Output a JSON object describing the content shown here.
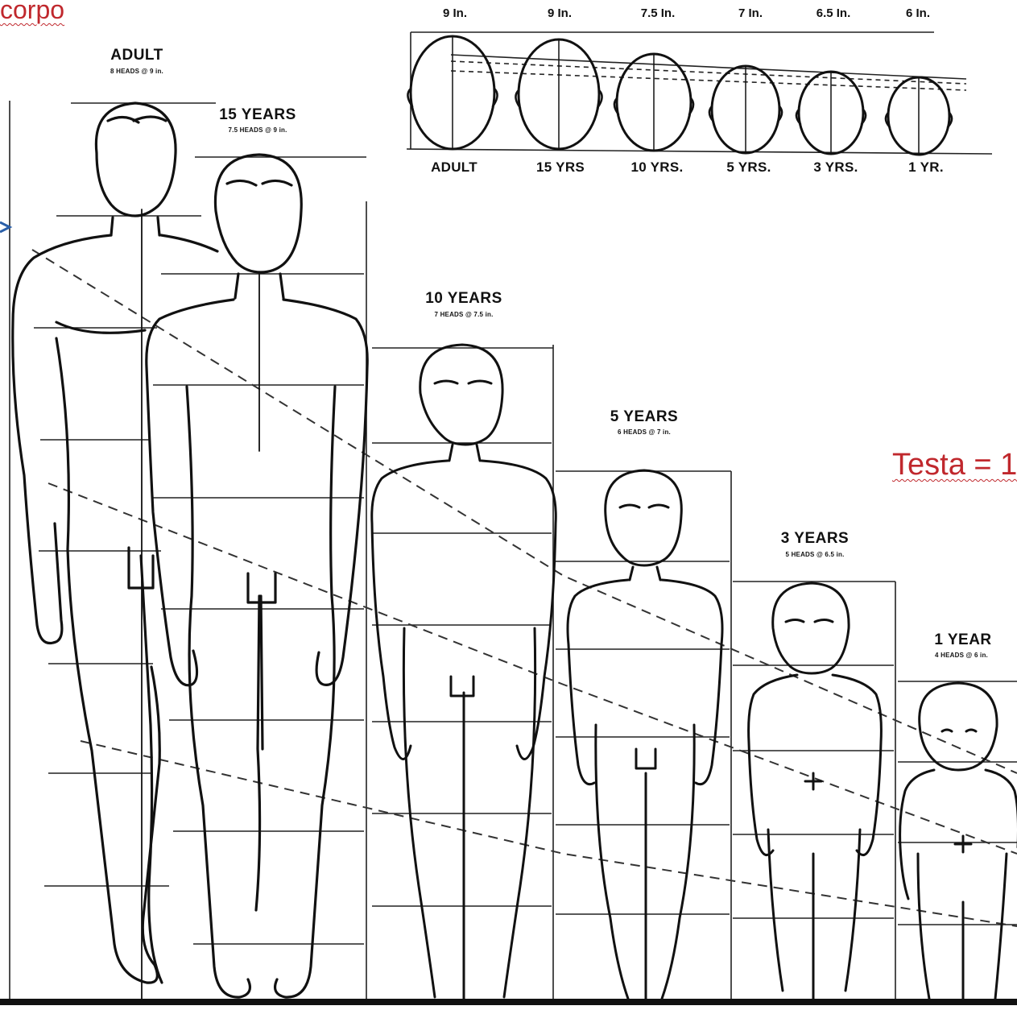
{
  "corner_word": "corpo",
  "side_word": "Testa = 1",
  "heads": [
    {
      "size": "9 In.",
      "age": "ADULT"
    },
    {
      "size": "9 In.",
      "age": "15 YRS"
    },
    {
      "size": "7.5 In.",
      "age": "10 YRS."
    },
    {
      "size": "7 In.",
      "age": "5 YRS."
    },
    {
      "size": "6.5 In.",
      "age": "3 YRS."
    },
    {
      "size": "6 In.",
      "age": "1 YR."
    }
  ],
  "figures": [
    {
      "title": "ADULT",
      "subtitle": "8 HEADS @ 9 in."
    },
    {
      "title": "15 YEARS",
      "subtitle": "7.5 HEADS @ 9 in."
    },
    {
      "title": "10 YEARS",
      "subtitle": "7 HEADS @ 7.5 in."
    },
    {
      "title": "5 YEARS",
      "subtitle": "6 HEADS @ 7 in."
    },
    {
      "title": "3 YEARS",
      "subtitle": "5 HEADS @ 6.5 in."
    },
    {
      "title": "1 YEAR",
      "subtitle": "4 HEADS @ 6 in."
    }
  ],
  "colors": {
    "ink": "#111111",
    "accent": "#c0282d",
    "arrow": "#2a5fa8"
  }
}
